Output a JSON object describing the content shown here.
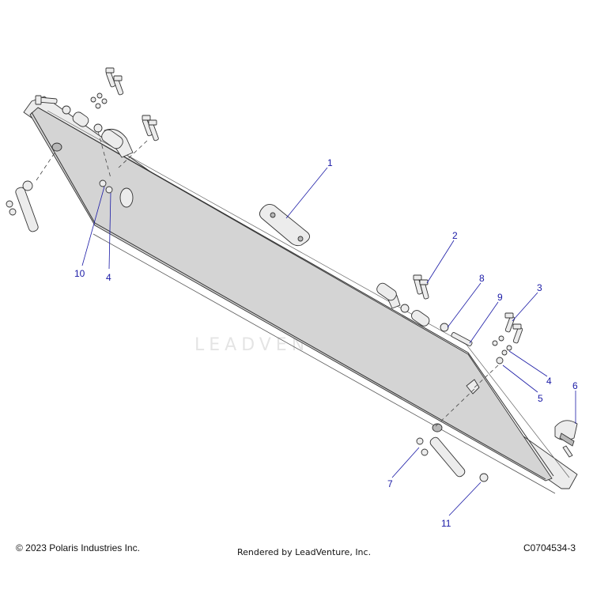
{
  "footer": {
    "copyright": "© 2023 Polaris Industries Inc.",
    "rendered_by": "Rendered by LeadVenture, Inc.",
    "drawing_id": "C0704534-3"
  },
  "watermark": {
    "text": "LEADVENTURE"
  },
  "callouts": [
    {
      "label": "1"
    },
    {
      "label": "2"
    },
    {
      "label": "8"
    },
    {
      "label": "9"
    },
    {
      "label": "3"
    },
    {
      "label": "4"
    },
    {
      "label": "5"
    },
    {
      "label": "6"
    },
    {
      "label": "7"
    },
    {
      "label": "11"
    },
    {
      "label": "10"
    },
    {
      "label": "4"
    }
  ],
  "colors": {
    "callout": "#1a1aa6",
    "line_art": "#333333",
    "panel_fill": "#d4d4d4"
  }
}
